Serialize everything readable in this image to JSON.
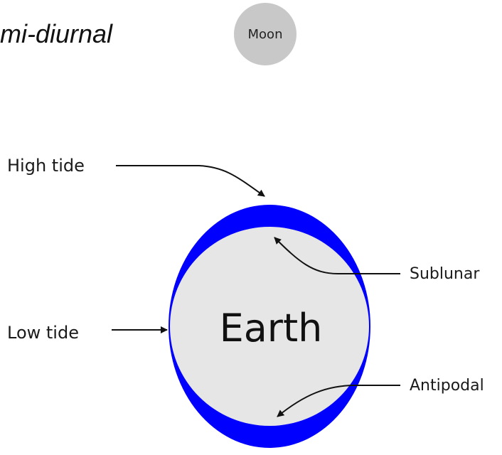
{
  "title": "mi-diurnal",
  "moon": {
    "label": "Moon"
  },
  "earth": {
    "label": "Earth"
  },
  "labels": {
    "high_tide": "High tide",
    "low_tide": "Low tide",
    "sublunar": "Sublunar",
    "antipodal": "Antipodal"
  },
  "colors": {
    "water": "#0000ff",
    "earth": "#e6e6e6",
    "moon": "#c8c8c8",
    "text": "#1a1a1a"
  }
}
